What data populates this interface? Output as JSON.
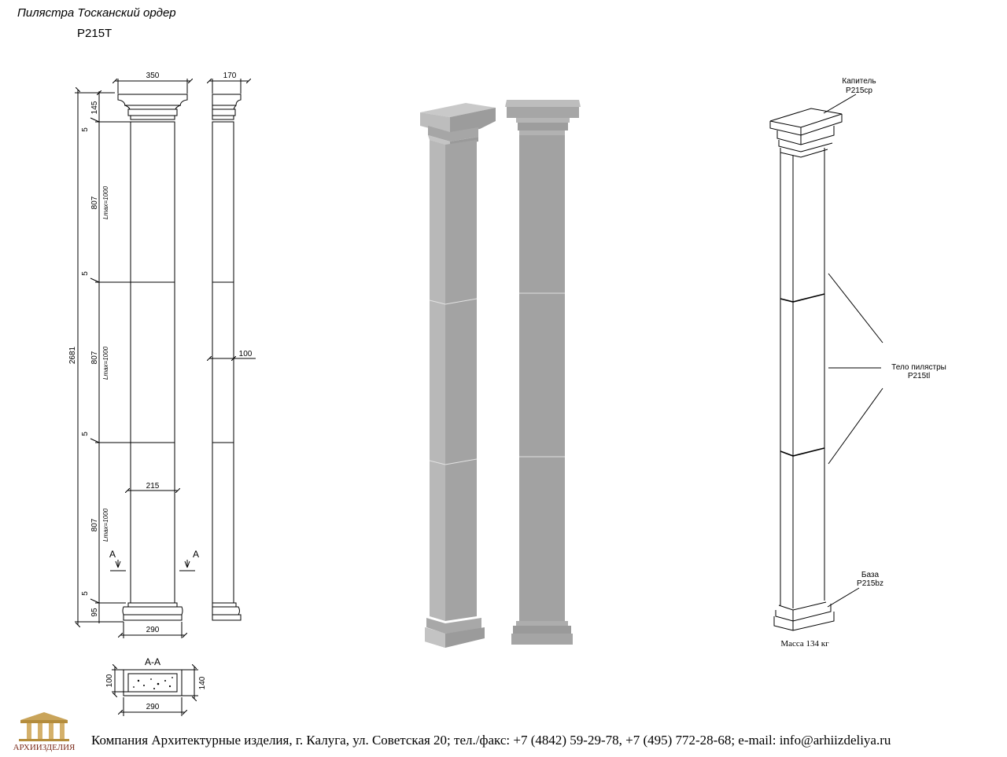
{
  "header": {
    "title": "Пилястра Тосканский ордер",
    "code": "P215T"
  },
  "drawing": {
    "front": {
      "width_capital": "350",
      "height_total": "2681",
      "h_capital": "145",
      "gap": "5",
      "segment": "807",
      "lmax": "Lmax=1000",
      "width_body": "215",
      "h_base": "95",
      "width_base": "290",
      "section_mark": "A"
    },
    "side": {
      "depth_capital": "170",
      "depth_body": "100"
    },
    "section": {
      "title": "A-A",
      "height_left": "100",
      "height_right": "140",
      "width": "290"
    }
  },
  "callouts": {
    "capital": {
      "label": "Капитель",
      "code": "P215cp"
    },
    "body": {
      "label": "Тело пилястры",
      "code": "P215tl"
    },
    "base": {
      "label": "База",
      "code": "P215bz"
    },
    "mass": "Масса 134 кг"
  },
  "logo": {
    "text": "АРХИИЗДЕЛИЯ"
  },
  "footer": {
    "text": "Компания Архитектурные изделия, г. Калуга, ул. Советская 20; тел./факс: +7 (4842) 59-29-78, +7 (495) 772-28-68; e-mail: info@arhiizdeliya.ru"
  },
  "colors": {
    "stone_light": "#b9b9b9",
    "stone_mid": "#a2a2a2",
    "stone_dark": "#8a8a8a"
  }
}
